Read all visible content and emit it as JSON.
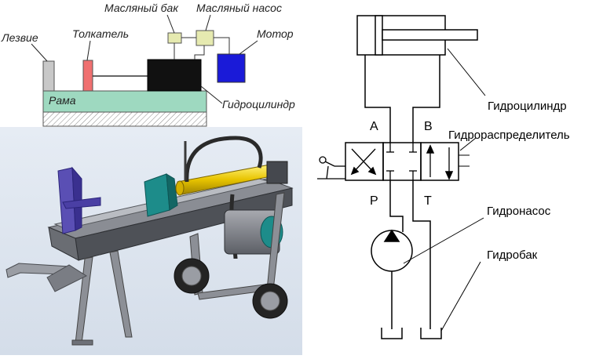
{
  "block_diagram": {
    "labels": {
      "blade": "Лезвие",
      "pusher": "Толкатель",
      "oil_tank": "Масляный бак",
      "oil_pump": "Масляный насос",
      "motor": "Мотор",
      "frame": "Рама",
      "cylinder": "Гидроцилиндр"
    },
    "colors": {
      "blade": "#c8c8c8",
      "pusher": "#f07070",
      "cylinder": "#111111",
      "tank": "#e6eab0",
      "pump": "#e6eab0",
      "motor": "#1a1ad8",
      "frame": "#9ed9c0",
      "base_hatch": "#d8d8d8"
    }
  },
  "render": {
    "background": "#dfe6f0"
  },
  "schematic": {
    "labels": {
      "cylinder": "Гидроцилиндр",
      "distributor": "Гидрораспределитель",
      "pump": "Гидронасос",
      "tank": "Гидробак",
      "port_a": "A",
      "port_b": "B",
      "port_p": "P",
      "port_t": "T"
    }
  }
}
